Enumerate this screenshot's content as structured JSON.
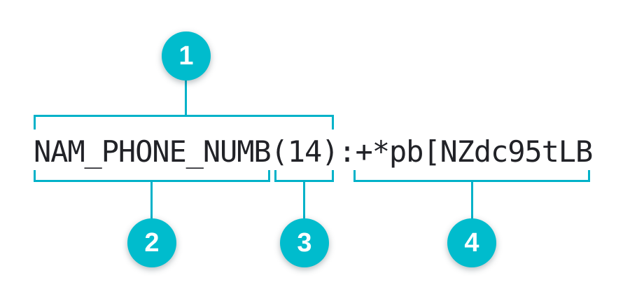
{
  "colors": {
    "line": "#00b2c9",
    "circle": "#00bccd",
    "text": "#212227",
    "background": "#ffffff"
  },
  "code_string": {
    "full": "NAM_PHONE_NUMB(14):+*pb[NZdc95tLB",
    "field_name": "NAM_PHONE_NUMB",
    "length": "(14)",
    "separator": ":",
    "value": "+*pb[NZdc95tLB"
  },
  "callouts": {
    "one": {
      "number": "1"
    },
    "two": {
      "number": "2"
    },
    "three": {
      "number": "3"
    },
    "four": {
      "number": "4"
    }
  }
}
